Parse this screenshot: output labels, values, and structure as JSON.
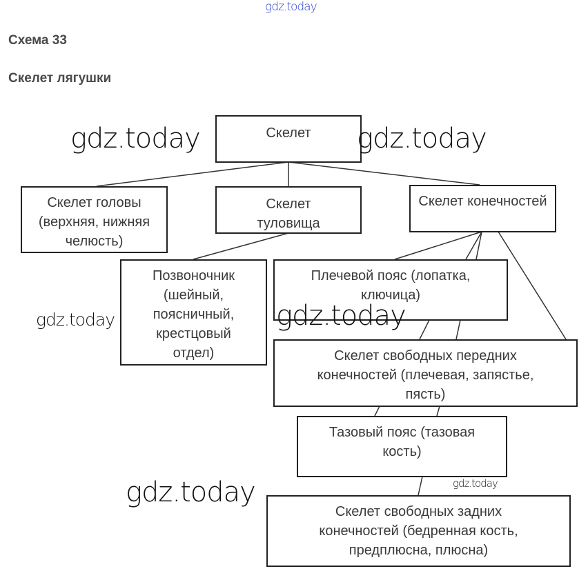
{
  "heading": {
    "scheme": "Схема 33",
    "title": "Скелет лягушки"
  },
  "watermark": "gdz.today",
  "nodes": {
    "root": "Скелет",
    "head": "Скелет головы (верхняя, нижняя челюсть)",
    "trunk": "Скелет туловища",
    "limbs": "Скелет конечностей",
    "spine": "Позвоночник (шейный, поясничный, крестцовый отдел)",
    "shoulder": "Плечевой пояс (лопатка, ключица)",
    "front_limbs": "Скелет свободных передних конечностей (плечевая, запястье, пясть)",
    "pelvis": "Тазовый пояс (тазовая кость)",
    "hind_limbs": "Скелет свободных задних конечностей (бедренная кость, предплюсна, плюсна)"
  }
}
